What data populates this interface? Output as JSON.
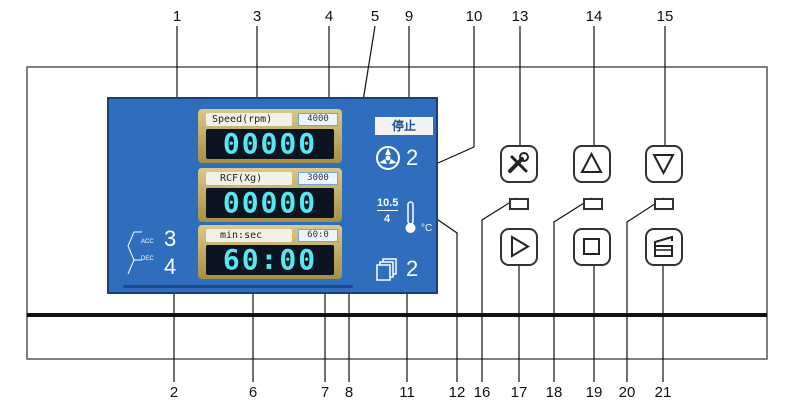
{
  "callouts": [
    "1",
    "2",
    "3",
    "4",
    "5",
    "6",
    "7",
    "8",
    "9",
    "10",
    "11",
    "12",
    "13",
    "14",
    "15",
    "16",
    "17",
    "18",
    "19",
    "20",
    "21"
  ],
  "display": {
    "speed": {
      "label": "Speed(rpm)",
      "set": "4000",
      "value": "00000"
    },
    "rcf": {
      "label": "RCF(Xg)",
      "set": "3000",
      "value": "00000"
    },
    "time": {
      "label": "min:sec",
      "set": "60:0",
      "value": "60:00"
    },
    "acc_label": "ACC",
    "acc_value": "3",
    "dec_label": "DEC",
    "dec_value": "4",
    "status": "停止",
    "rotor_no": "2",
    "temp_actual": "10.5",
    "temp_set": "4",
    "temp_unit": "°C",
    "program_no": "2"
  },
  "colors": {
    "screen": "#2f6dbd",
    "lcd_text": "#55e8f0",
    "panel_gold": "#c2ad5f"
  }
}
